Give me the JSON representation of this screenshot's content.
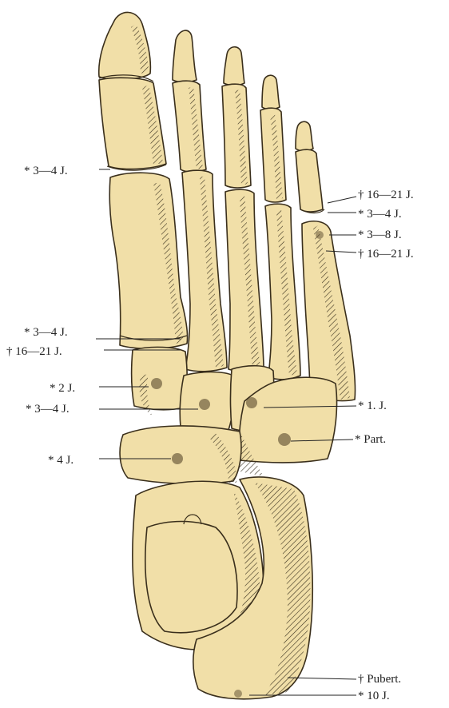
{
  "labels": {
    "left": [
      {
        "id": "l1",
        "text": "* 3—4  J."
      },
      {
        "id": "l2",
        "text": "* 3—4  J."
      },
      {
        "id": "l3",
        "text": "† 16—21  J."
      },
      {
        "id": "l4",
        "text": "* 2  J."
      },
      {
        "id": "l5",
        "text": "* 3—4  J."
      },
      {
        "id": "l6",
        "text": "* 4  J."
      }
    ],
    "right": [
      {
        "id": "r1",
        "text": "† 16—21  J."
      },
      {
        "id": "r2",
        "text": "* 3—4  J."
      },
      {
        "id": "r3",
        "text": "* 3—8  J."
      },
      {
        "id": "r4",
        "text": "† 16—21  J."
      },
      {
        "id": "r5",
        "text": "* 1.  J."
      },
      {
        "id": "r6",
        "text": "* Part."
      },
      {
        "id": "r7",
        "text": "† Pubert."
      },
      {
        "id": "r8",
        "text": "* 10  J."
      }
    ]
  },
  "colors": {
    "bone": "#f1dfa8",
    "outline": "#3a2f1c",
    "text": "#222222"
  }
}
